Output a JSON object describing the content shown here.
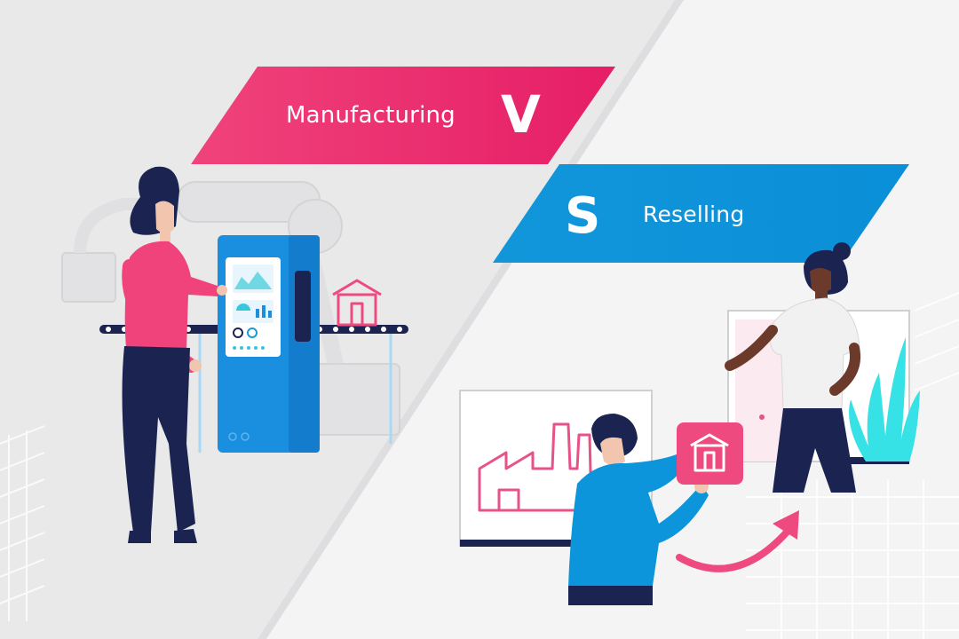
{
  "banners": {
    "manufacturing": "Manufacturing",
    "letter_v": "V",
    "letter_s": "S",
    "reselling": "Reselling"
  },
  "colors": {
    "pink_banner": "#e8286a",
    "blue_banner": "#0c95da",
    "pink_accent": "#ef4a80",
    "machine_blue": "#1a8fe0",
    "navy": "#1b2350",
    "skin_light": "#f2c6ae",
    "skin_dark": "#6b3a2a",
    "plant_cyan": "#36e2e6",
    "background_left": "#e9e9ea",
    "background_right": "#f4f4f5"
  },
  "icons": [
    "house-icon",
    "factory-icon",
    "arrow-icon",
    "robotic-arm-icon",
    "plant-icon"
  ]
}
